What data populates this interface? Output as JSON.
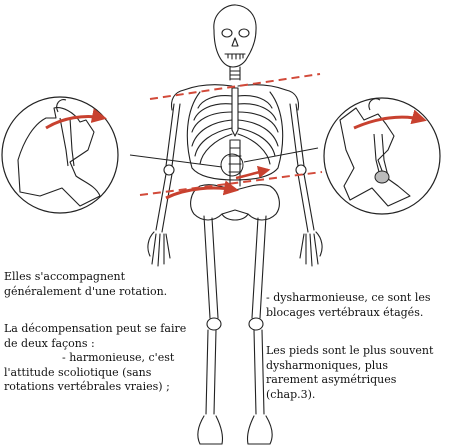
{
  "colors": {
    "red_arrow": "#c8412f",
    "red_dash": "#d24a3a",
    "outline": "#222222",
    "background": "#ffffff"
  },
  "figure": {
    "subject": "skeleton-front-view",
    "left_inset_icon": "vertebra-rotation-detail",
    "right_inset_icon": "vertebra-rotation-detail"
  },
  "text": {
    "left_para_1": [
      "Elles s'accompagnent",
      "généralement d'une rotation."
    ],
    "left_para_2": [
      "La décompensation peut se faire",
      "de deux façons :"
    ],
    "left_para_3": [
      "- harmonieuse, c'est",
      "l'attitude scoliotique (sans",
      "rotations vertébrales vraies) ;"
    ],
    "right_para_1": [
      "- dysharmonieuse, ce sont les",
      "blocages vertébraux étagés."
    ],
    "right_para_2": [
      "Les pieds sont le plus souvent",
      "dysharmoniques, plus",
      "rarement asymétriques",
      "(chap.3)."
    ]
  }
}
